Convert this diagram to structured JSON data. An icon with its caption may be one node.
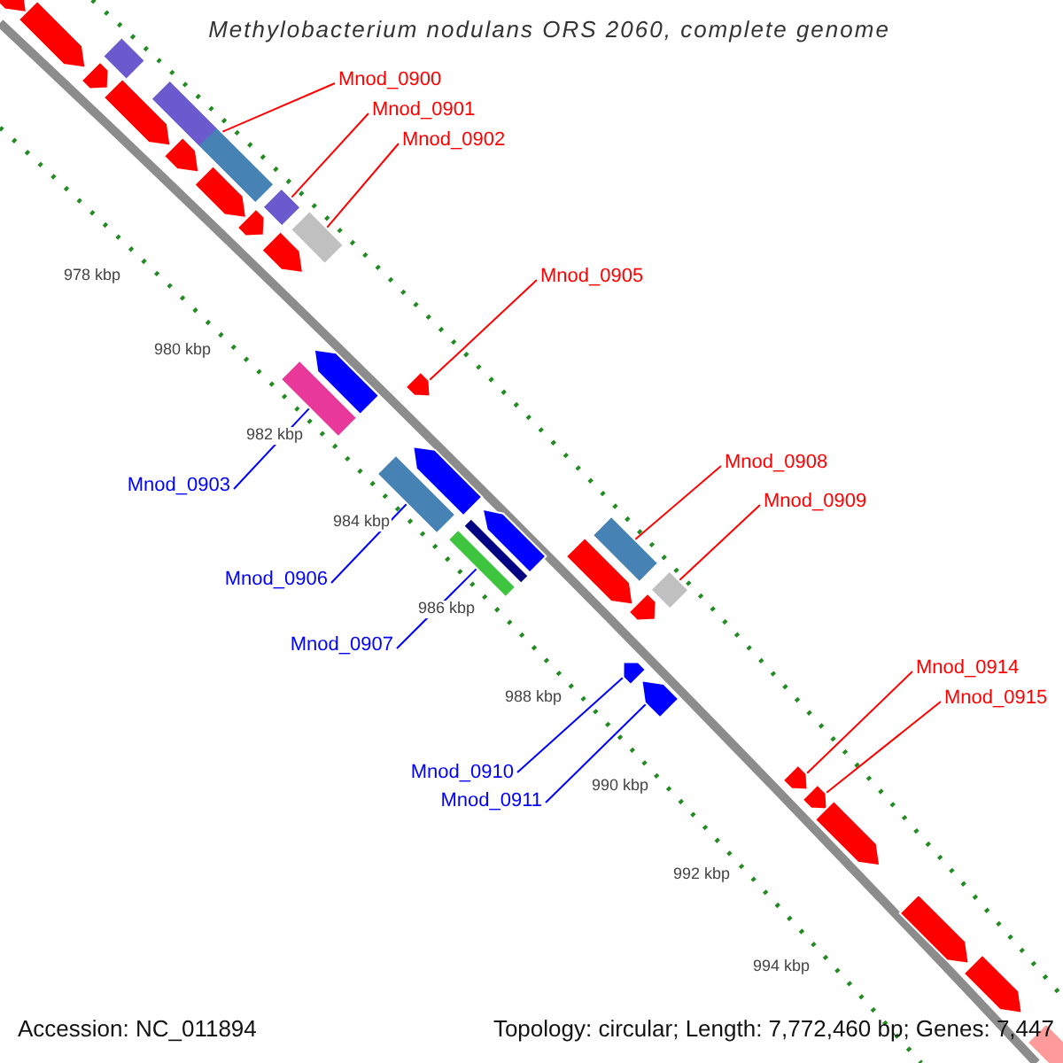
{
  "diagram": {
    "title": "Methylobacterium nodulans ORS 2060, complete genome",
    "nodes": [
      {
        "text": [
          "Mnod_0900"
        ]
      },
      {
        "text": [
          "Mnod_0901"
        ]
      },
      {
        "text": [
          "Mnod_0902"
        ]
      },
      {
        "text": [
          "Mnod_0905"
        ]
      },
      {
        "text": [
          "Mnod_0903"
        ]
      },
      {
        "text": [
          "Mnod_0908"
        ]
      },
      {
        "text": [
          "Mnod_0909"
        ]
      },
      {
        "text": [
          "Mnod_0906"
        ]
      },
      {
        "text": [
          "Mnod_0907"
        ]
      },
      {
        "text": [
          "Mnod_0914"
        ]
      },
      {
        "text": [
          "Mnod_0915"
        ]
      },
      {
        "text": [
          "Mnod_0910"
        ]
      },
      {
        "text": [
          "Mnod_0911"
        ]
      },
      {
        "text": [],
        "shape": "bar"
      },
      {
        "text": [],
        "shape": "bar"
      },
      {
        "text": [],
        "shape": "bar"
      },
      {
        "text": [],
        "shape": "bar"
      },
      {
        "text": [],
        "shape": "bar"
      },
      {
        "text": [],
        "shape": "bar"
      },
      {
        "text": [],
        "shape": "bar"
      },
      {
        "text": [],
        "shape": "bar"
      },
      {
        "text": [],
        "shape": "bar"
      },
      {
        "text": [],
        "shape": "bar"
      },
      {
        "text": [],
        "shape": "bar"
      },
      {
        "text": [],
        "shape": "bar"
      },
      {
        "text": [],
        "shape": "bar"
      },
      {
        "text": [],
        "shape": "bar"
      },
      {
        "text": [],
        "shape": "bar"
      },
      {
        "text": [],
        "shape": "bar"
      },
      {
        "text": [],
        "shape": "bar"
      },
      {
        "text": [],
        "shape": "bar"
      },
      {
        "text": [],
        "shape": "bar"
      },
      {
        "text": [],
        "shape": "bar"
      },
      {
        "text": [],
        "shape": "bar"
      },
      {
        "text": [],
        "shape": "bar"
      },
      {
        "text": [],
        "shape": "bar"
      },
      {
        "text": [],
        "shape": "bar"
      },
      {
        "text": [],
        "shape": "bar"
      },
      {
        "text": [],
        "shape": "bar"
      },
      {
        "text": [],
        "shape": "bar"
      },
      {
        "text": [],
        "shape": "bar"
      },
      {
        "text": [],
        "shape": "bar"
      },
      {
        "text": [],
        "shape": "bar"
      },
      {
        "text": [],
        "shape": "bar"
      },
      {
        "text": [],
        "shape": "bar"
      }
    ],
    "edges": [
      {
        "from": 0,
        "to": 18,
        "arrow": "none"
      },
      {
        "from": 1,
        "to": 22,
        "arrow": "none"
      },
      {
        "from": 2,
        "to": 24,
        "arrow": "none"
      },
      {
        "from": 3,
        "to": 27,
        "arrow": "none"
      },
      {
        "from": 4,
        "to": 25,
        "arrow": "none",
        "color": "#0000ff"
      },
      {
        "from": 5,
        "to": 34,
        "arrow": "none"
      },
      {
        "from": 6,
        "to": 36,
        "arrow": "none"
      },
      {
        "from": 7,
        "to": 28,
        "arrow": "none",
        "color": "#0000ff"
      },
      {
        "from": 8,
        "to": 30,
        "arrow": "none",
        "color": "#0000ff"
      },
      {
        "from": 9,
        "to": 39,
        "arrow": "none"
      },
      {
        "from": 10,
        "to": 40,
        "arrow": "none"
      },
      {
        "from": 11,
        "to": 37,
        "arrow": "none",
        "color": "#0000ff"
      },
      {
        "from": 12,
        "to": 38,
        "arrow": "none",
        "color": "#0000ff"
      }
    ],
    "labels": [
      "978 kbp",
      "980 kbp",
      "982 kbp",
      "984 kbp",
      "986 kbp",
      "988 kbp",
      "990 kbp",
      "992 kbp",
      "994 kbp",
      "Accession: NC_011894",
      "Topology: circular; Length: 7,772,460 bp; Genes: 7,447"
    ]
  }
}
